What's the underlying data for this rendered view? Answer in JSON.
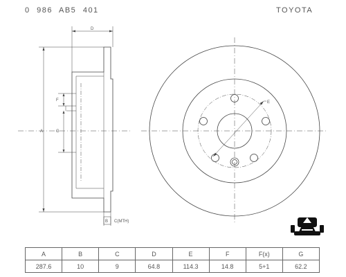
{
  "header": {
    "part_number": "0 986 AB5 401",
    "brand": "TOYOTA"
  },
  "drawing": {
    "dim_labels": {
      "A": "A",
      "B": "B",
      "C": "C(MTH)",
      "D": "D",
      "E": "E",
      "F": "F",
      "G": "G"
    }
  },
  "spec_table": {
    "headers": [
      "A",
      "B",
      "C",
      "D",
      "E",
      "F",
      "F(x)",
      "G"
    ],
    "values": [
      "287.6",
      "10",
      "9",
      "64.8",
      "114.3",
      "14.8",
      "5+1",
      "62.2"
    ]
  },
  "icon": "car-rear-axle-icon"
}
